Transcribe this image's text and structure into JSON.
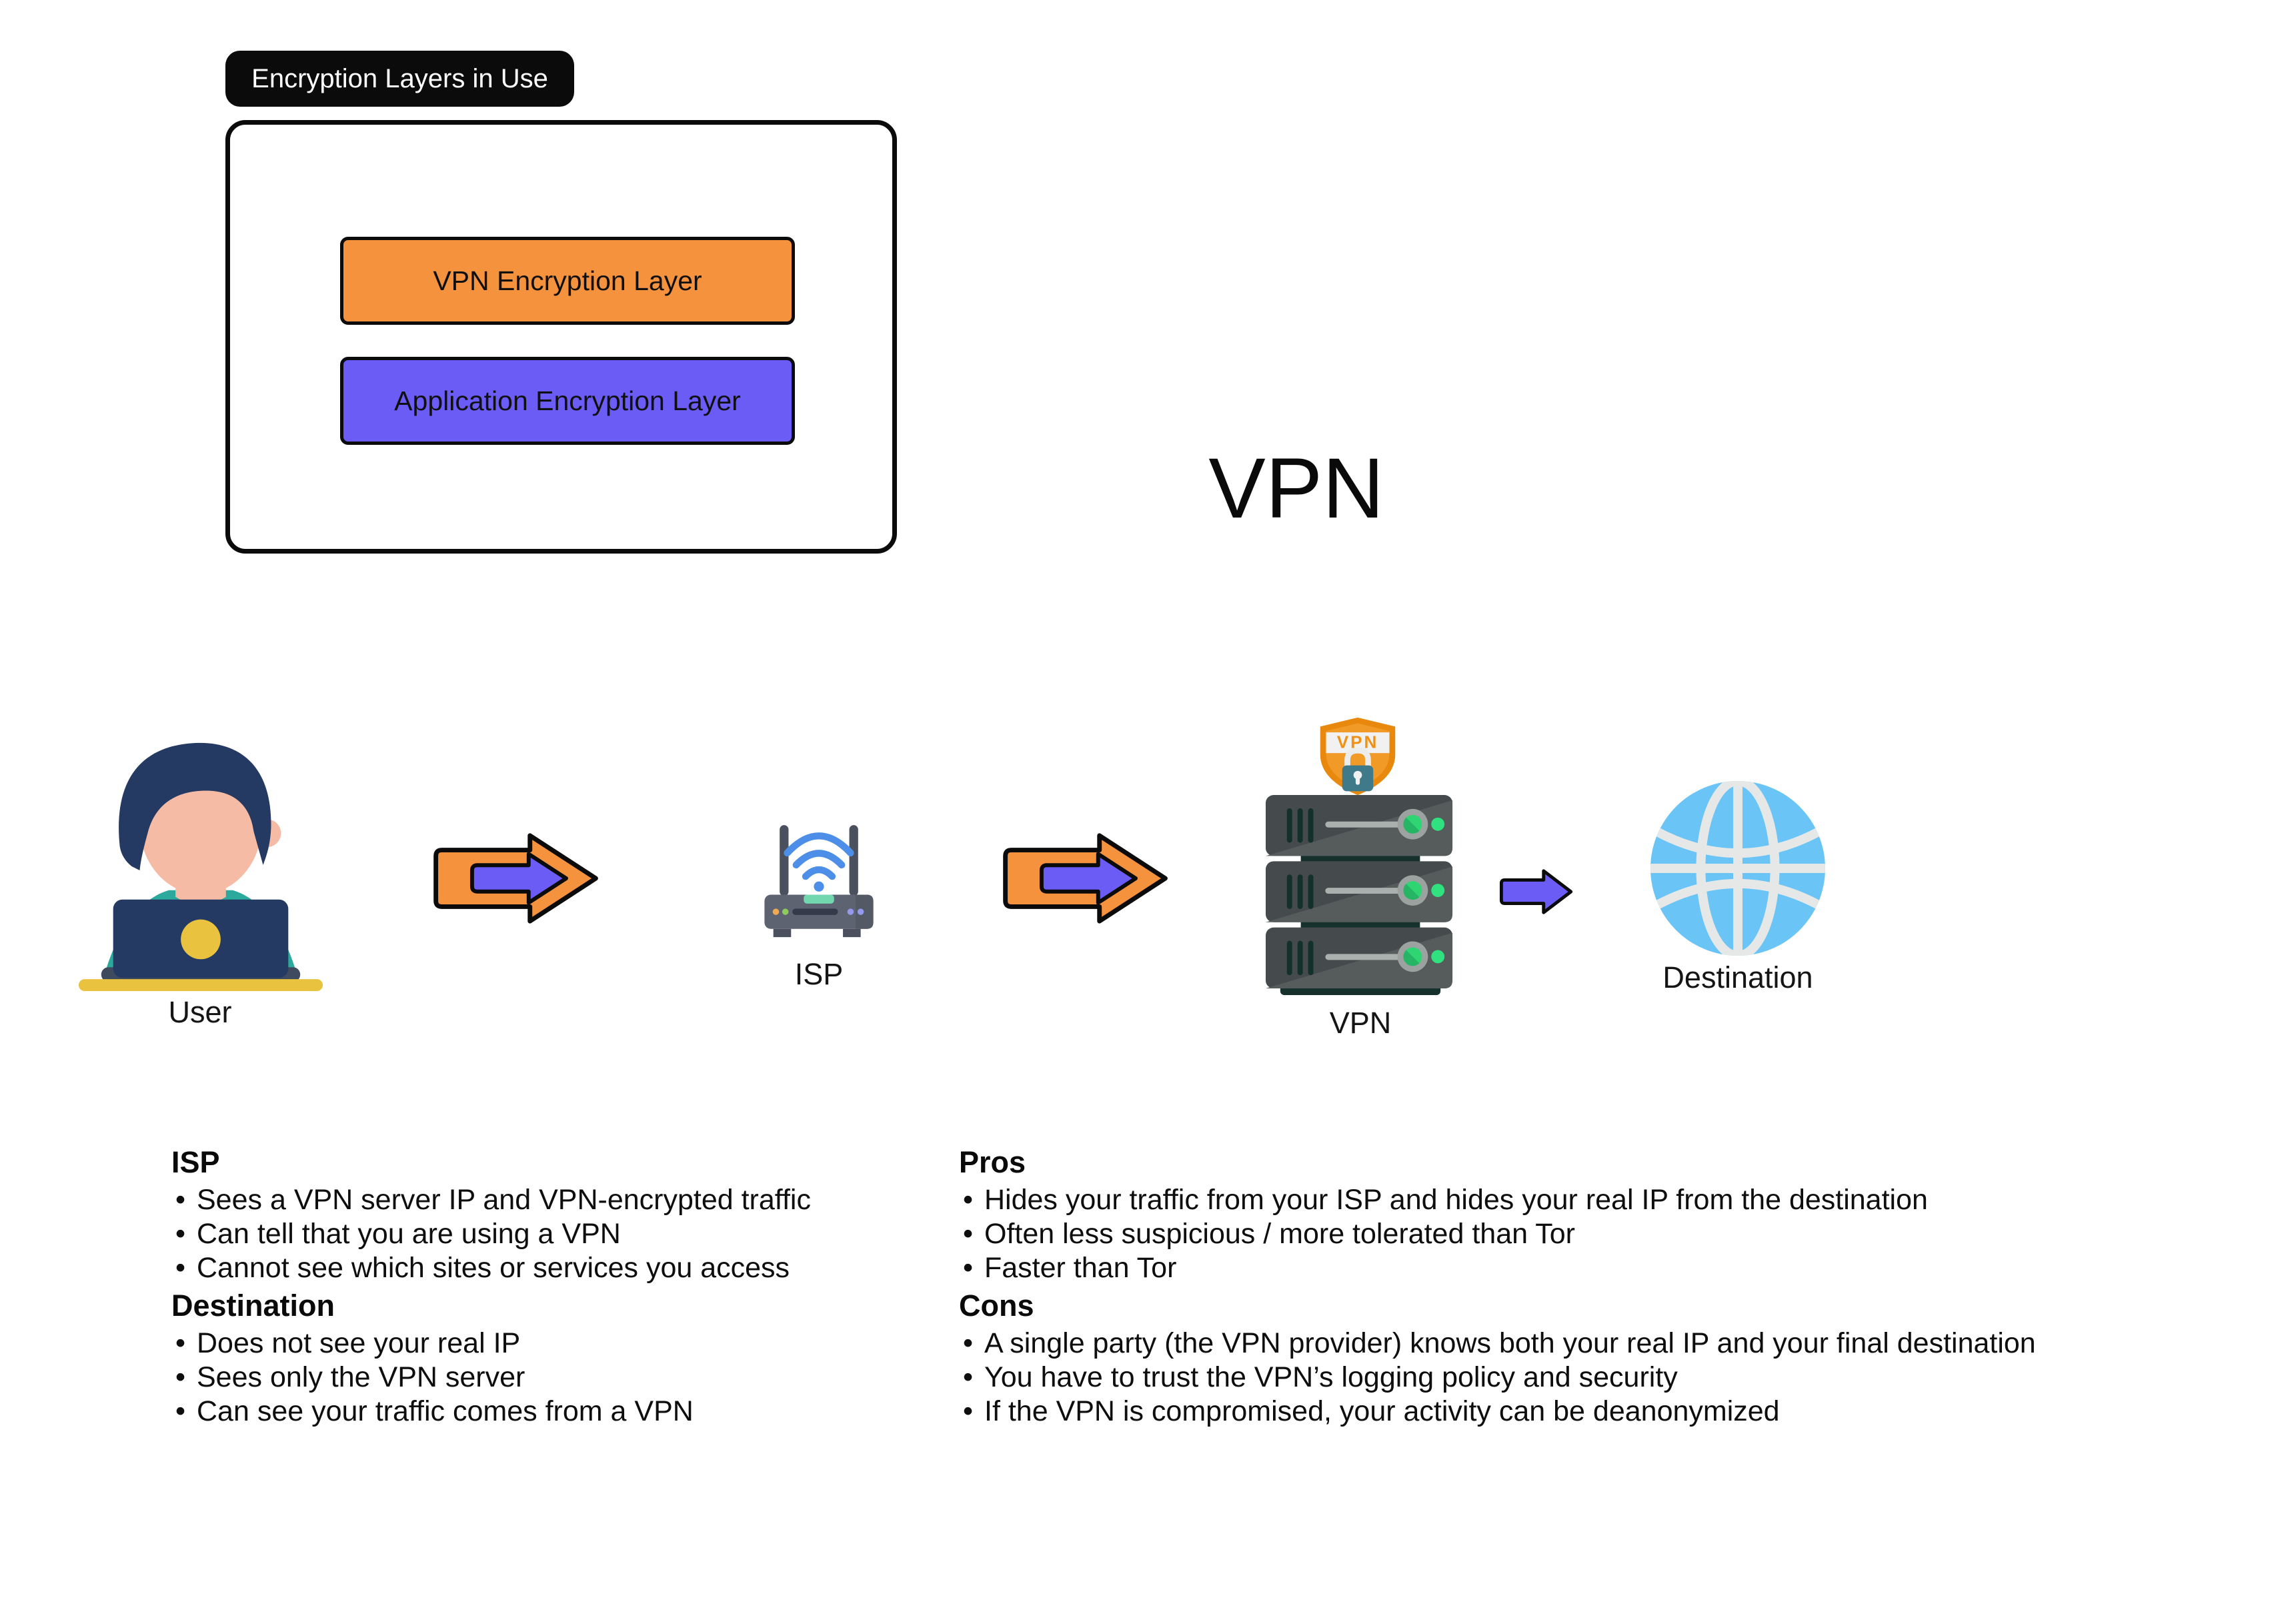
{
  "title": "VPN",
  "legend": {
    "label": "Encryption Layers in Use",
    "layers": [
      {
        "name": "VPN Encryption Layer",
        "color": "#F5923D"
      },
      {
        "name": "Application Encryption Layer",
        "color": "#6B5CF6"
      }
    ]
  },
  "flow": {
    "nodes": [
      {
        "label": "User",
        "icon": "user-at-laptop-icon"
      },
      {
        "label": "ISP",
        "icon": "wifi-router-icon"
      },
      {
        "label": "VPN",
        "icon": "server-stack-with-shield-icon",
        "shield_text": "VPN"
      },
      {
        "label": "Destination",
        "icon": "globe-icon"
      }
    ],
    "arrows": [
      {
        "from": "User",
        "to": "ISP",
        "layers": [
          "vpn-encryption",
          "application-encryption"
        ]
      },
      {
        "from": "ISP",
        "to": "VPN",
        "layers": [
          "vpn-encryption",
          "application-encryption"
        ]
      },
      {
        "from": "VPN",
        "to": "Destination",
        "layers": [
          "application-encryption"
        ]
      }
    ]
  },
  "notes": {
    "left": [
      {
        "heading": "ISP",
        "items": [
          "Sees a VPN server IP and VPN-encrypted traffic",
          "Can tell that you are using a VPN",
          "Cannot see which sites or services you access"
        ]
      },
      {
        "heading": "Destination",
        "items": [
          "Does not see your real IP",
          "Sees only the VPN server",
          "Can see your traffic comes from a VPN"
        ]
      }
    ],
    "right": [
      {
        "heading": "Pros",
        "items": [
          "Hides your traffic from your ISP and hides your real IP from the destination",
          "Often less suspicious / more tolerated than Tor",
          "Faster than Tor"
        ]
      },
      {
        "heading": "Cons",
        "items": [
          "A single party (the VPN provider) knows both your real IP and your final destination",
          "You have to trust the VPN’s logging policy and security",
          "If the VPN is compromised, your activity can be deanonymized"
        ]
      }
    ]
  },
  "colors": {
    "arrow_orange": "#F5923D",
    "arrow_purple": "#6B5CF6",
    "outline_black": "#0b0b0b",
    "shield_orange": "#E8890D",
    "lock_teal": "#3F7A8B",
    "globe_blue": "#6AC5F6",
    "globe_line": "#E6E8E8",
    "server_gray": "#454B4C",
    "led_green": "#30E27F",
    "router_gray": "#5E6372",
    "wifi_blue": "#4D8FE8",
    "skin": "#F6BBA4",
    "hair_navy": "#243A62",
    "shirt_teal": "#2BA99C",
    "desk_yellow": "#E9C33F"
  }
}
